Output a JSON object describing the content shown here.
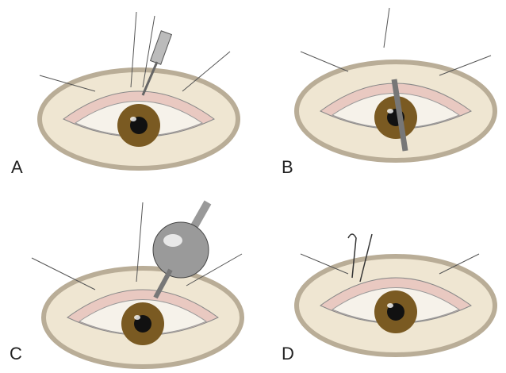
{
  "panels": [
    {
      "label": "A",
      "tool": "cannula"
    },
    {
      "label": "B",
      "tool": "spatula"
    },
    {
      "label": "C",
      "tool": "bulb-syringe"
    },
    {
      "label": "D",
      "tool": "suture-needle"
    }
  ],
  "colors": {
    "fur": "#efe6d2",
    "fur_shade": "#b9ad97",
    "iris": "#7a5a22",
    "pupil": "#111111",
    "sclera": "#f6f2ea",
    "conjunctiva": "#e9c9c1",
    "metal": "#a8a8a8"
  }
}
